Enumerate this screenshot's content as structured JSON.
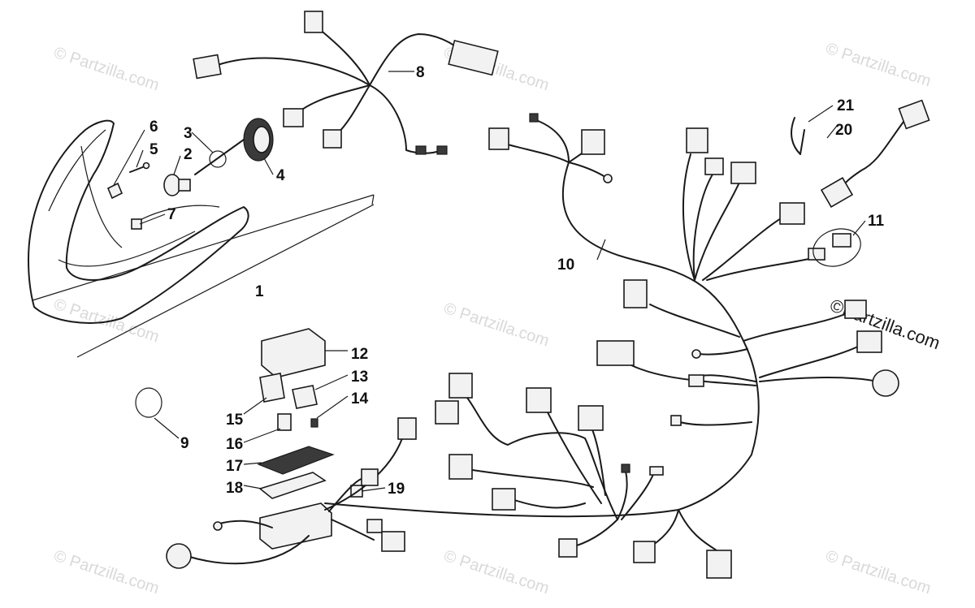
{
  "callouts": [
    {
      "id": "1",
      "label": "1"
    },
    {
      "id": "2",
      "label": "2"
    },
    {
      "id": "3",
      "label": "3"
    },
    {
      "id": "4",
      "label": "4"
    },
    {
      "id": "5",
      "label": "5"
    },
    {
      "id": "6",
      "label": "6"
    },
    {
      "id": "7",
      "label": "7"
    },
    {
      "id": "8",
      "label": "8"
    },
    {
      "id": "9",
      "label": "9"
    },
    {
      "id": "10",
      "label": "10"
    },
    {
      "id": "11",
      "label": "11"
    },
    {
      "id": "12",
      "label": "12"
    },
    {
      "id": "13",
      "label": "13"
    },
    {
      "id": "14",
      "label": "14"
    },
    {
      "id": "15",
      "label": "15"
    },
    {
      "id": "16",
      "label": "16"
    },
    {
      "id": "17",
      "label": "17"
    },
    {
      "id": "18",
      "label": "18"
    },
    {
      "id": "19",
      "label": "19"
    },
    {
      "id": "20",
      "label": "20"
    },
    {
      "id": "21",
      "label": "21"
    }
  ],
  "watermark": {
    "text": "© Partzilla.com",
    "brand_text": "©Partzilla.com",
    "color": "#d9d9d9"
  }
}
